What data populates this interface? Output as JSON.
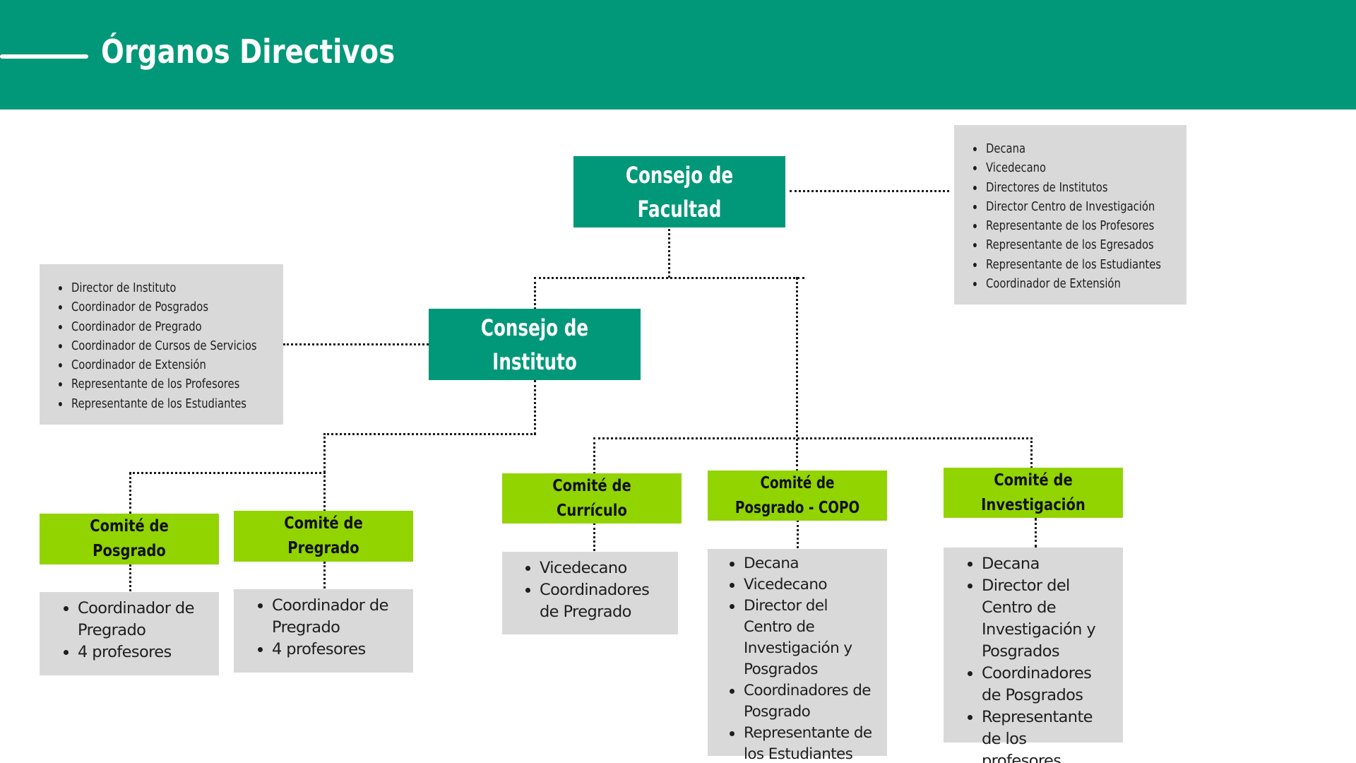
{
  "header": {
    "title": "Órganos Directivos",
    "color": "#009879"
  },
  "colors": {
    "council": "#009879",
    "committee": "#92d400",
    "list_box": "#d9d9d9",
    "connector": "#1a1a1a"
  },
  "nodes": {
    "consejo_facultad": {
      "title": "Consejo de Facultad",
      "members": [
        "Decana",
        "Vicedecano",
        "Directores de Institutos",
        "Director Centro de Investigación",
        "Representante de los Profesores",
        "Representante de los Egresados",
        "Representante de los Estudiantes",
        "Coordinador de Extensión"
      ]
    },
    "consejo_instituto": {
      "title": "Consejo de Instituto",
      "members": [
        "Director de Instituto",
        "Coordinador de Posgrados",
        "Coordinador de Pregrado",
        "Coordinador de Cursos de Servicios",
        "Coordinador de Extensión",
        "Representante de los Profesores",
        "Representante de los Estudiantes"
      ]
    },
    "comite_posgrado": {
      "title": "Comité de Posgrado",
      "members": [
        "Coordinador de Pregrado",
        "4 profesores"
      ]
    },
    "comite_pregrado": {
      "title": "Comité de Pregrado",
      "members": [
        "Coordinador de Pregrado",
        "4 profesores"
      ]
    },
    "comite_curriculo": {
      "title": "Comité de Currículo",
      "members": [
        "Vicedecano",
        "Coordinadores de Pregrado"
      ]
    },
    "comite_copo": {
      "title": "Comité de Posgrado - COPO",
      "members": [
        "Decana",
        "Vicedecano",
        "Director del Centro de Investigación y Posgrados",
        "Coordinadores de Posgrado",
        "Representante de los Estudiantes"
      ]
    },
    "comite_investigacion": {
      "title": "Comité de Investigación",
      "members": [
        "Decana",
        "Director del Centro de Investigación y Posgrados",
        "Coordinadores de Posgrados",
        "Representante de los profesores"
      ]
    }
  }
}
